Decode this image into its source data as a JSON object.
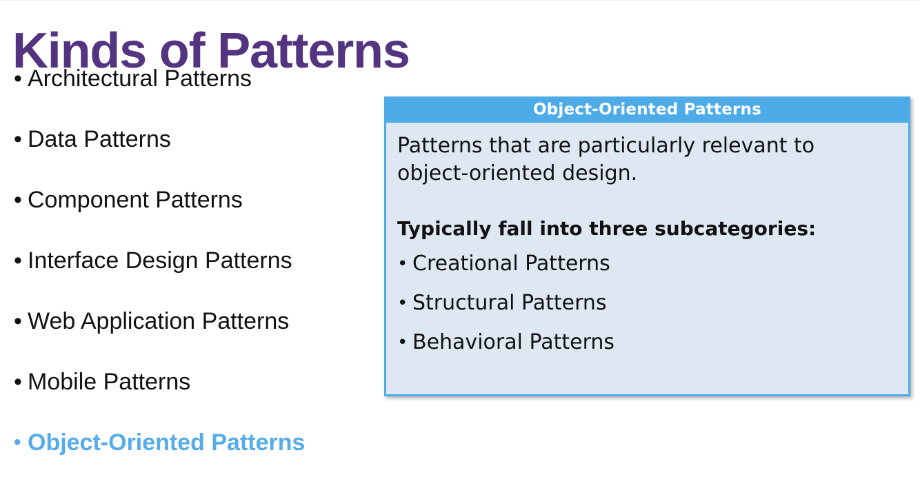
{
  "slide": {
    "title": "Kinds of Patterns",
    "title_color": "#543480",
    "background": "#ffffff"
  },
  "bullets": [
    {
      "label": "Architectural Patterns",
      "marker": "•",
      "highlighted": false
    },
    {
      "label": "Data Patterns",
      "marker": "•",
      "highlighted": false
    },
    {
      "label": "Component Patterns",
      "marker": "•",
      "highlighted": false
    },
    {
      "label": "Interface Design Patterns",
      "marker": "•",
      "highlighted": false
    },
    {
      "label": "Web Application Patterns",
      "marker": "•",
      "highlighted": false
    },
    {
      "label": "Mobile Patterns",
      "marker": "•",
      "highlighted": false
    },
    {
      "label": "Object-Oriented Patterns",
      "marker": "•",
      "highlighted": true
    }
  ],
  "callout": {
    "header": "Object-Oriented Patterns",
    "header_bg": "#4DABE8",
    "header_color": "#ffffff",
    "body_bg": "#DEE8F2",
    "border_color": "#4DABE8",
    "paragraph": "Patterns that are particularly relevant to object-oriented design.",
    "subheading": "Typically fall into three subcategories:",
    "subitems": [
      {
        "label": "Creational Patterns",
        "marker": "•"
      },
      {
        "label": "Structural Patterns",
        "marker": "•"
      },
      {
        "label": "Behavioral Patterns",
        "marker": "•"
      }
    ]
  },
  "accent_color": "#55ACE8"
}
